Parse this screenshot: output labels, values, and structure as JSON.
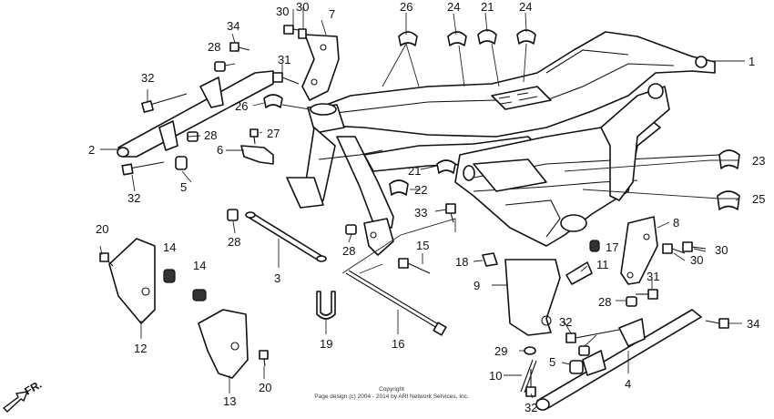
{
  "labels": {
    "l1": "1",
    "l2": "2",
    "l3": "3",
    "l4": "4",
    "l5a": "5",
    "l5b": "5",
    "l6": "6",
    "l7": "7",
    "l8": "8",
    "l9": "9",
    "l10": "10",
    "l11": "11",
    "l12": "12",
    "l13": "13",
    "l14a": "14",
    "l14b": "14",
    "l15": "15",
    "l16": "16",
    "l17": "17",
    "l18": "18",
    "l19": "19",
    "l20a": "20",
    "l20b": "20",
    "l21a": "21",
    "l21b": "21",
    "l22": "22",
    "l23": "23",
    "l24a": "24",
    "l24b": "24",
    "l25": "25",
    "l26a": "26",
    "l26b": "26",
    "l27": "27",
    "l28a": "28",
    "l28b": "28",
    "l28c": "28",
    "l28d": "28",
    "l28e": "28",
    "l29": "29",
    "l30a": "30",
    "l30b": "30",
    "l30c": "30",
    "l30d": "30",
    "l31a": "31",
    "l31b": "31",
    "l32a": "32",
    "l32b": "32",
    "l32c": "32",
    "l32d": "32",
    "l33": "33",
    "l34a": "34",
    "l34b": "34"
  },
  "direction": "FR.",
  "copyright": {
    "line1": "Copyright",
    "line2": "Page design (c) 2004 - 2014 by ARI Network Services, Inc."
  }
}
